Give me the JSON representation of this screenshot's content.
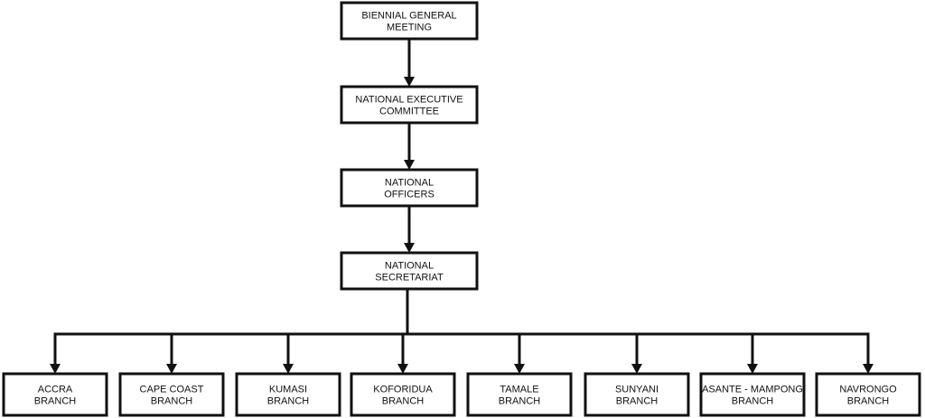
{
  "diagram": {
    "colors": {
      "stroke": "#111111",
      "box_fill": "#ffffff",
      "text": "#111111",
      "background": "#ffffff"
    },
    "hierarchy": [
      {
        "id": "bgm",
        "lines": [
          "BIENNIAL GENERAL",
          "MEETING"
        ]
      },
      {
        "id": "nec",
        "lines": [
          "NATIONAL EXECUTIVE",
          "COMMITTEE"
        ]
      },
      {
        "id": "no",
        "lines": [
          "NATIONAL",
          "OFFICERS"
        ]
      },
      {
        "id": "ns",
        "lines": [
          "NATIONAL",
          "SECRETARIAT"
        ]
      }
    ],
    "branches": [
      {
        "id": "accra",
        "lines": [
          "ACCRA",
          "BRANCH"
        ]
      },
      {
        "id": "cape-coast",
        "lines": [
          "CAPE COAST",
          "BRANCH"
        ]
      },
      {
        "id": "kumasi",
        "lines": [
          "KUMASI",
          "BRANCH"
        ]
      },
      {
        "id": "koforidua",
        "lines": [
          "KOFORIDUA",
          "BRANCH"
        ]
      },
      {
        "id": "tamale",
        "lines": [
          "TAMALE",
          "BRANCH"
        ]
      },
      {
        "id": "sunyani",
        "lines": [
          "SUNYANI",
          "BRANCH"
        ]
      },
      {
        "id": "asante-mampong",
        "lines": [
          "ASANTE - MAMPONG",
          "BRANCH"
        ]
      },
      {
        "id": "navrongo",
        "lines": [
          "NAVRONGO",
          "BRANCH"
        ]
      }
    ]
  }
}
